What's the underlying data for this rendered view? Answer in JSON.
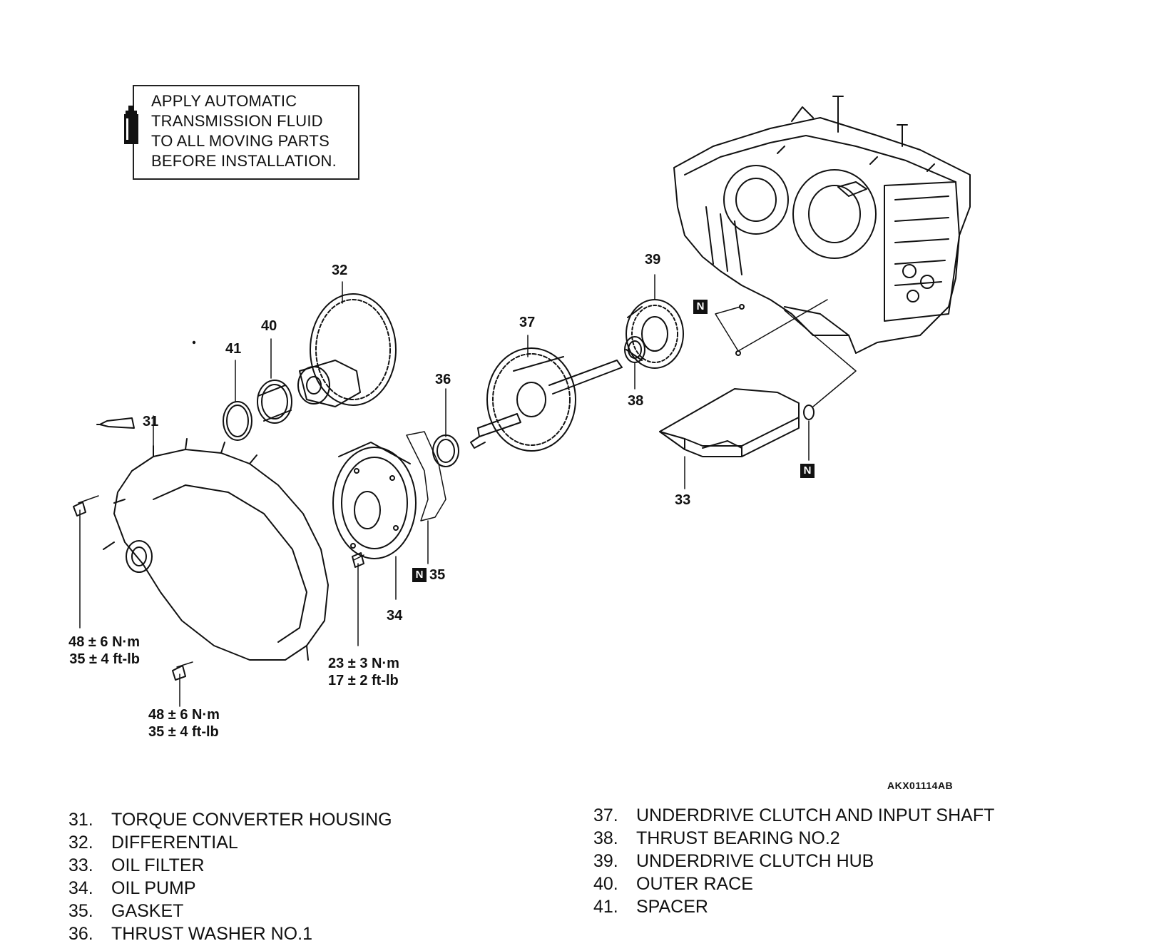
{
  "notice": {
    "lines": [
      "APPLY AUTOMATIC",
      "TRANSMISSION FLUID",
      "TO ALL MOVING PARTS",
      "BEFORE INSTALLATION."
    ],
    "icon": "fluid-bottle-icon"
  },
  "callouts": {
    "c31": "31",
    "c32": "32",
    "c33": "33",
    "c34": "34",
    "c35": "35",
    "c36": "36",
    "c37": "37",
    "c38": "38",
    "c39": "39",
    "c40": "40",
    "c41": "41"
  },
  "n_mark": "N",
  "torques": {
    "housing_left": {
      "nm": "48 ± 6 N·m",
      "ftlb": "35 ± 4 ft-lb"
    },
    "housing_bottom": {
      "nm": "48 ± 6 N·m",
      "ftlb": "35 ± 4 ft-lb"
    },
    "pump": {
      "nm": "23 ± 3 N·m",
      "ftlb": "17 ± 2 ft-lb"
    }
  },
  "figure_ref": "AKX01114AB",
  "legend": [
    {
      "num": "31.",
      "name": "TORQUE CONVERTER HOUSING"
    },
    {
      "num": "32.",
      "name": "DIFFERENTIAL"
    },
    {
      "num": "33.",
      "name": "OIL FILTER"
    },
    {
      "num": "34.",
      "name": "OIL PUMP"
    },
    {
      "num": "35.",
      "name": "GASKET"
    },
    {
      "num": "36.",
      "name": "THRUST WASHER NO.1"
    },
    {
      "num": "37.",
      "name": "UNDERDRIVE CLUTCH AND INPUT SHAFT"
    },
    {
      "num": "38.",
      "name": "THRUST BEARING NO.2"
    },
    {
      "num": "39.",
      "name": "UNDERDRIVE CLUTCH HUB"
    },
    {
      "num": "40.",
      "name": "OUTER RACE"
    },
    {
      "num": "41.",
      "name": "SPACER"
    }
  ]
}
